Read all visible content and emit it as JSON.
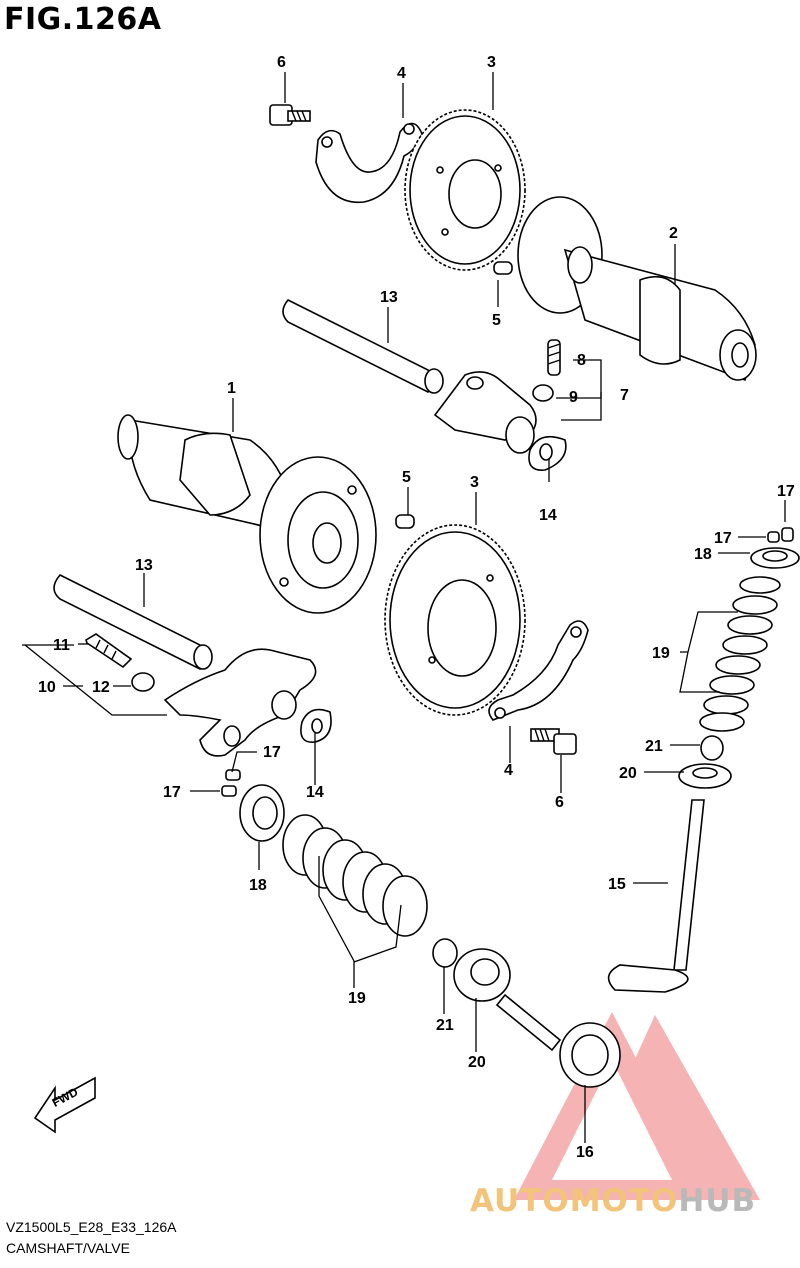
{
  "header": {
    "title": "FIG.126A"
  },
  "footer": {
    "code": "VZ1500L5_E28_E33_126A",
    "caption": "CAMSHAFT/VALVE"
  },
  "watermark": {
    "part1": "AUTOMOTO",
    "part2": "HUB",
    "colors": {
      "triangle": "#f08080",
      "text": "#f3c37a",
      "text2": "#b9b9b9"
    }
  },
  "fwd_label": "FWD",
  "callouts": {
    "c6a": "6",
    "c4a": "4",
    "c3a": "3",
    "c2": "2",
    "c5a": "5",
    "c13a": "13",
    "c8": "8",
    "c9": "9",
    "c7": "7",
    "c1": "1",
    "c14a": "14",
    "c5b": "5",
    "c3b": "3",
    "c17a": "17",
    "c17b": "17",
    "c18a": "18",
    "c13b": "13",
    "c11": "11",
    "c10": "10",
    "c12": "12",
    "c19a": "19",
    "c21a": "21",
    "c20a": "20",
    "c17c": "17",
    "c17d": "17",
    "c14b": "14",
    "c4b": "4",
    "c6b": "6",
    "c18b": "18",
    "c15": "15",
    "c19b": "19",
    "c21b": "21",
    "c20b": "20",
    "c16": "16"
  }
}
